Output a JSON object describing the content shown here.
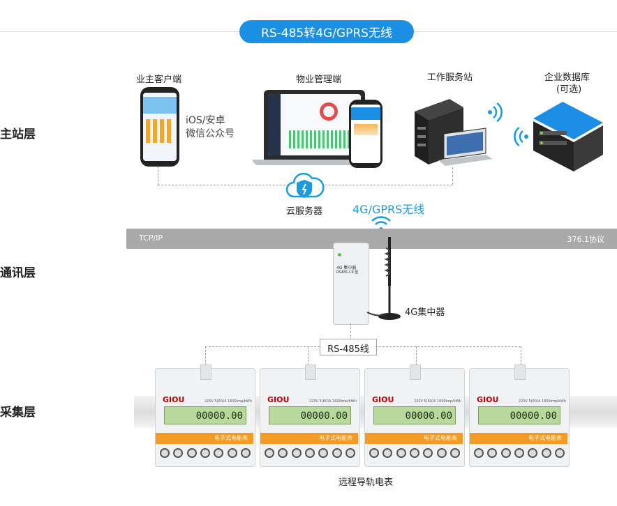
{
  "title": "RS-485转4G/GPRS无线",
  "layers": {
    "master": "主站层",
    "comm": "通讯层",
    "collect": "采集层"
  },
  "clients": {
    "owner": "业主客户端",
    "mobile_platforms": "iOS/安卓",
    "wechat": "微信公众号",
    "property": "物业管理端",
    "workstation": "工作服务站",
    "database_line1": "企业数据库",
    "database_line2": "(可选)"
  },
  "cloud": "云服务器",
  "wireless": "4G/GPRS无线",
  "bar": {
    "left": "TCP/IP",
    "right": "376.1协议"
  },
  "concentrator": {
    "label": "4G集中器",
    "panel_line1": "4G 集中器",
    "panel_line2": "RS485-CK 型"
  },
  "rs485": "RS-485线",
  "meters": {
    "caption": "远程导轨电表",
    "brand": "GIOU",
    "reading": "00000.00",
    "strip_text": "电子式电能表",
    "spec": "220V  5(60)A  1600imp/kWh"
  },
  "colors": {
    "accent": "#1a8fe3",
    "orange": "#f39b25",
    "bar": "#a9a9a9"
  },
  "icons": [
    "cloud-shield-icon",
    "wifi-signal-icon",
    "server-icon",
    "laptop-icon",
    "database-server-icon",
    "antenna-icon"
  ]
}
